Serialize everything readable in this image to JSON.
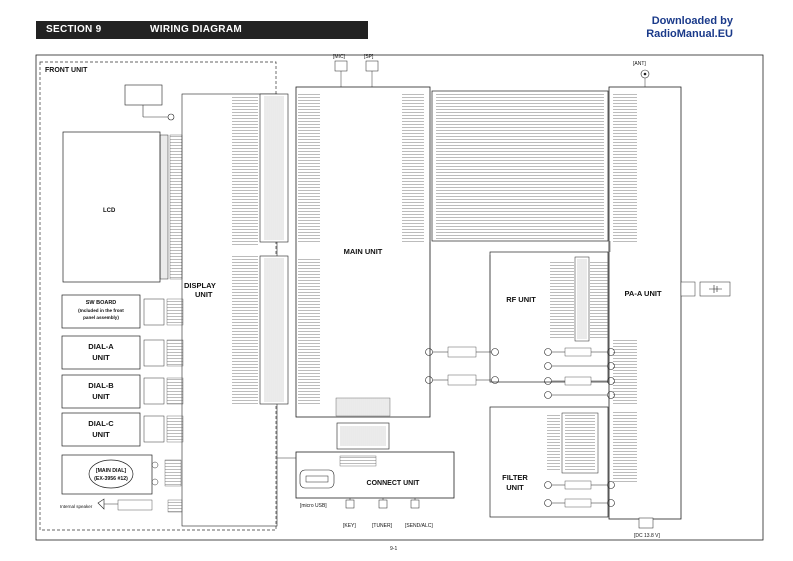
{
  "header": {
    "section": "SECTION 9",
    "title": "WIRING DIAGRAM"
  },
  "download_note": {
    "line1": "Downloaded by",
    "line2": "RadioManual.EU"
  },
  "units": {
    "front": "FRONT UNIT",
    "lcd": "LCD",
    "display_line1": "DISPLAY",
    "display_line2": "UNIT",
    "sw_line1": "SW BOARD",
    "sw_line2": "(Included in the front",
    "sw_line3": "panel assembly)",
    "dial_a_line1": "DIAL-A",
    "dial_a_line2": "UNIT",
    "dial_b_line1": "DIAL-B",
    "dial_b_line2": "UNIT",
    "dial_c_line1": "DIAL-C",
    "dial_c_line2": "UNIT",
    "main_dial_line1": "[MAIN DIAL]",
    "main_dial_line2": "(EX-3956 #12)",
    "main": "MAIN UNIT",
    "rf": "RF UNIT",
    "pa": "PA-A UNIT",
    "filter_line1": "FILTER",
    "filter_line2": "UNIT",
    "connect": "CONNECT UNIT"
  },
  "jacks": {
    "mic": "[MIC]",
    "sp": "[SP]",
    "ant": "[ANT]",
    "micro_usb": "[micro USB]",
    "key": "[KEY]",
    "tuner": "[TUNER]",
    "send_alc": "[SEND/ALC]",
    "dc": "[DC 13.8 V]"
  },
  "misc": {
    "internal_speaker": "Internal speaker"
  },
  "page_number": "9-1"
}
